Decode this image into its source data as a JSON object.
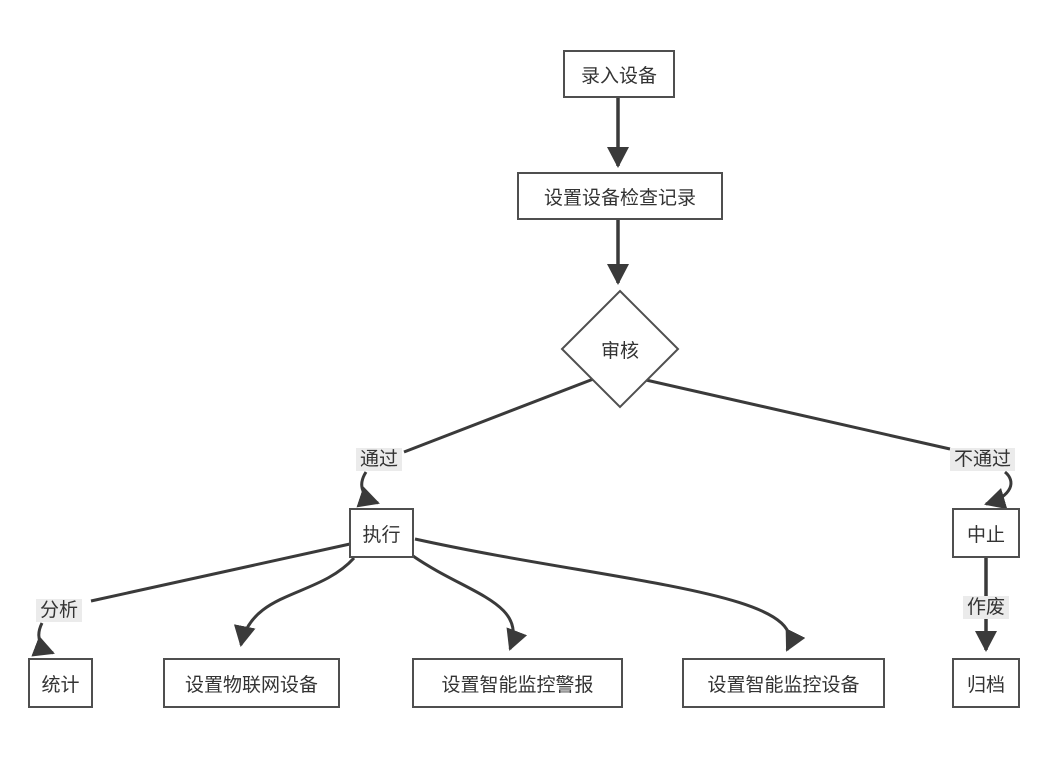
{
  "diagram": {
    "title": "equipment-inspection-workflow",
    "colors": {
      "background": "#ffffff",
      "node_border": "#4f4f4f",
      "node_fill": "#ffffff",
      "text": "#333333",
      "line": "#3a3a3a",
      "edge_label_bg": "#ebebeb"
    },
    "nodes": [
      {
        "id": "enter-device",
        "shape": "rect",
        "label": "录入设备"
      },
      {
        "id": "set-inspection-record",
        "shape": "rect",
        "label": "设置设备检查记录"
      },
      {
        "id": "review",
        "shape": "diamond",
        "label": "审核"
      },
      {
        "id": "execute",
        "shape": "rect",
        "label": "执行"
      },
      {
        "id": "abort",
        "shape": "rect",
        "label": "中止"
      },
      {
        "id": "stats",
        "shape": "rect",
        "label": "统计"
      },
      {
        "id": "set-iot-device",
        "shape": "rect",
        "label": "设置物联网设备"
      },
      {
        "id": "set-smart-monitor-alarm",
        "shape": "rect",
        "label": "设置智能监控警报"
      },
      {
        "id": "set-smart-monitor-device",
        "shape": "rect",
        "label": "设置智能监控设备"
      },
      {
        "id": "archive",
        "shape": "rect",
        "label": "归档"
      }
    ],
    "edge_labels": [
      {
        "id": "pass",
        "label": "通过"
      },
      {
        "id": "fail",
        "label": "不通过"
      },
      {
        "id": "analyze",
        "label": "分析"
      },
      {
        "id": "void",
        "label": "作废"
      }
    ],
    "edges": [
      {
        "from": "enter-device",
        "to": "set-inspection-record",
        "label": ""
      },
      {
        "from": "set-inspection-record",
        "to": "review",
        "label": ""
      },
      {
        "from": "review",
        "to": "execute",
        "label": "通过"
      },
      {
        "from": "review",
        "to": "abort",
        "label": "不通过"
      },
      {
        "from": "execute",
        "to": "stats",
        "label": "分析"
      },
      {
        "from": "execute",
        "to": "set-iot-device",
        "label": ""
      },
      {
        "from": "execute",
        "to": "set-smart-monitor-alarm",
        "label": ""
      },
      {
        "from": "execute",
        "to": "set-smart-monitor-device",
        "label": ""
      },
      {
        "from": "abort",
        "to": "archive",
        "label": "作废"
      }
    ]
  }
}
